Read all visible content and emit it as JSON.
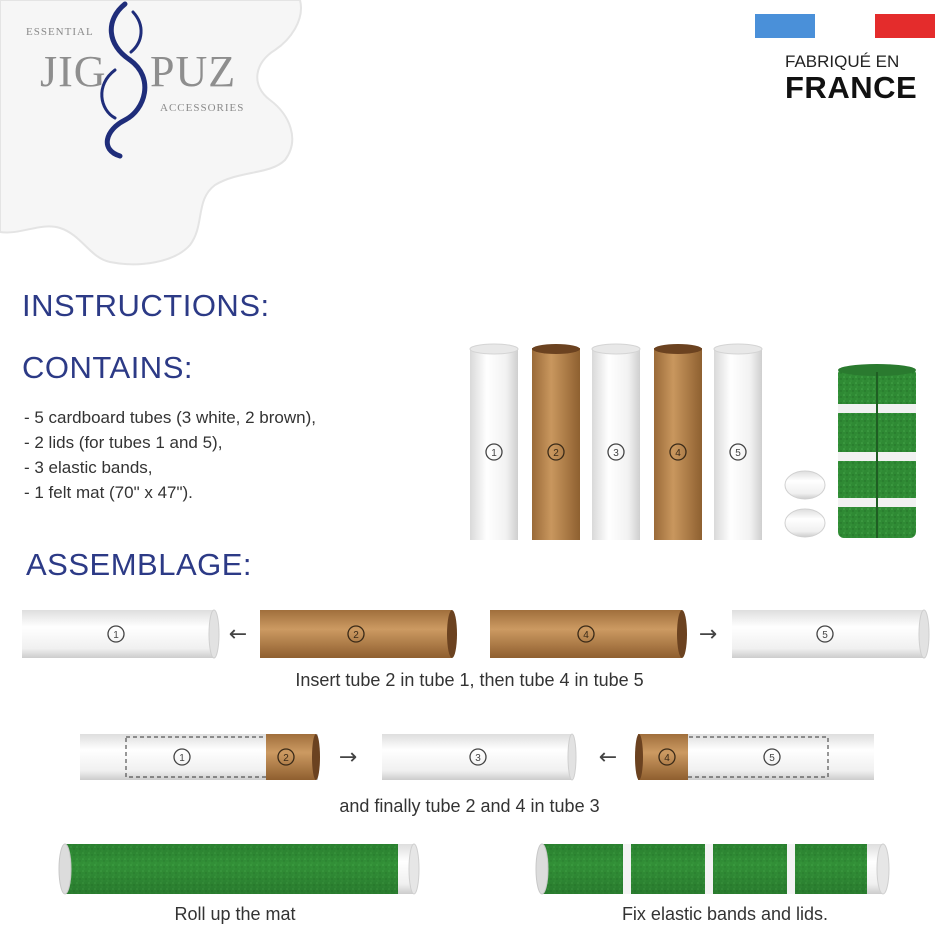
{
  "logo": {
    "essential": "ESSENTIAL",
    "brand_left": "JIG",
    "brand_right": "PUZ",
    "accessories": "ACCESSORIES"
  },
  "made_in": {
    "line1": "FABRIQUÉ EN",
    "line2": "FRANCE",
    "flag_colors": {
      "blue": "#4a90d9",
      "red": "#e42c2c"
    }
  },
  "instructions_heading": "INSTRUCTIONS:",
  "contains": {
    "heading": "CONTAINS:",
    "items": [
      "- 5 cardboard tubes (3 white, 2 brown),",
      "- 2 lids (for tubes 1 and 5),",
      "- 3 elastic bands,",
      "- 1 felt mat (70\" x 47\")."
    ]
  },
  "tube_numbers": [
    "1",
    "2",
    "3",
    "4",
    "5"
  ],
  "assemblage": {
    "heading": "ASSEMBLAGE:",
    "step1_caption": "Insert tube 2 in tube 1, then tube 4 in tube 5",
    "step2_caption": "and finally tube 2 and 4 in tube 3",
    "step3_caption": "Roll up the mat",
    "step4_caption": "Fix elastic bands and lids.",
    "arrow_left": "←",
    "arrow_right": "→"
  },
  "colors": {
    "heading_blue": "#2c3a86",
    "brown_tube": "#b8864e",
    "green_felt": "#2e7d32"
  }
}
